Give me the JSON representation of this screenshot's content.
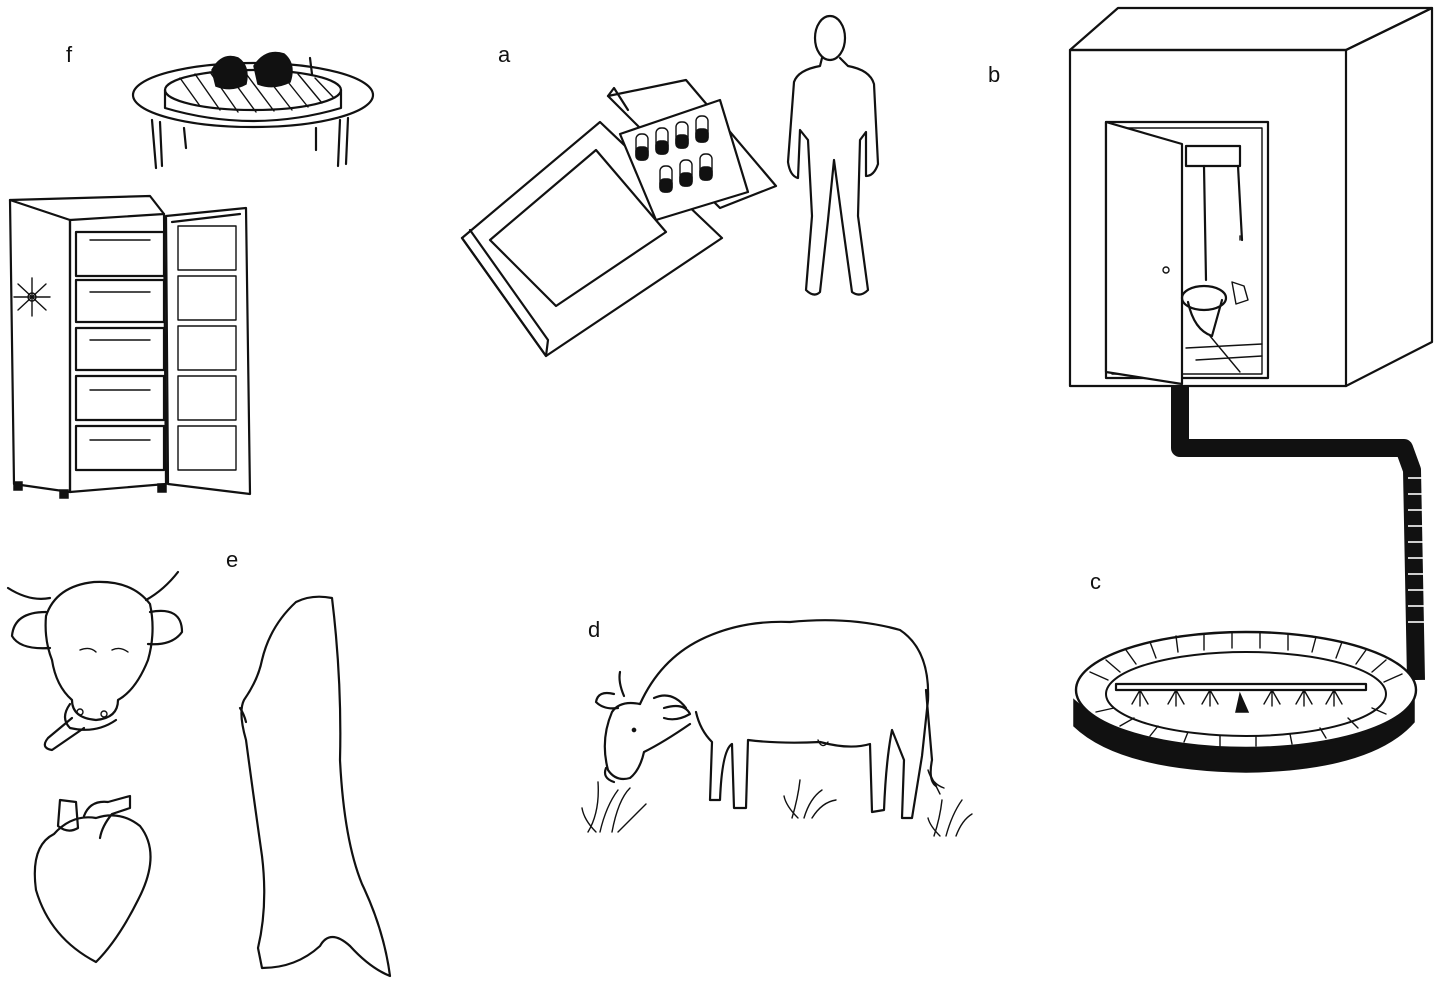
{
  "panels": {
    "a": {
      "label": "a",
      "icon": "medication-and-person-icon"
    },
    "b": {
      "label": "b",
      "icon": "toilet-house-icon"
    },
    "c": {
      "label": "c",
      "icon": "sewage-sprinkler-bed-icon"
    },
    "d": {
      "label": "d",
      "icon": "grazing-cattle-icon"
    },
    "e": {
      "label": "e",
      "icon": "beef-offal-and-carcass-icon"
    },
    "f": {
      "label": "f",
      "icon": "freezer-and-grill-icon"
    }
  }
}
